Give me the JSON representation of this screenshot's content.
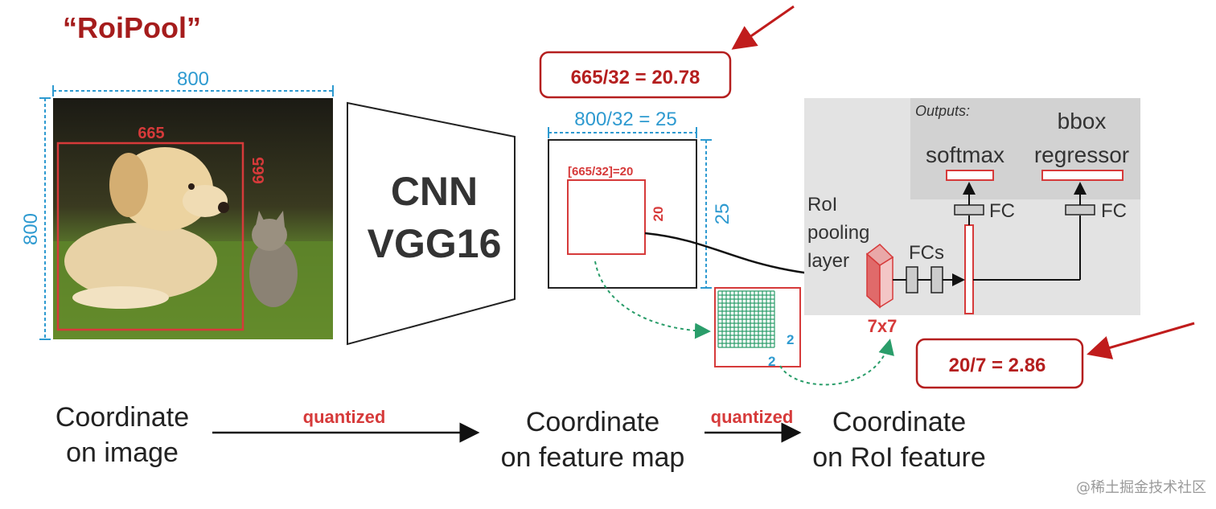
{
  "title": "“RoiPool”",
  "image": {
    "width_label": "800",
    "height_label": "800",
    "roi_width_label": "665",
    "roi_height_label": "665"
  },
  "cnn": {
    "line1": "CNN",
    "line2": "VGG16"
  },
  "feature_map": {
    "width_label": "800/32 = 25",
    "height_label": "25",
    "roi_label": "[665/32]=20",
    "roi_side_label": "20"
  },
  "callouts": {
    "top": "665/32 = 20.78",
    "bottom": "20/7 = 2.86"
  },
  "grid": {
    "right_label": "2",
    "bottom_label": "2"
  },
  "roi_net": {
    "outputs": "Outputs:",
    "softmax": "softmax",
    "bbox_line1": "bbox",
    "bbox_line2": "regressor",
    "fc1": "FC",
    "fc2": "FC",
    "fcs": "FCs",
    "roi_line1": "RoI",
    "roi_line2": "pooling",
    "roi_line3": "layer",
    "pool_size": "7x7"
  },
  "bottom_row": {
    "step1_line1": "Coordinate",
    "step1_line2": "on image",
    "arrow1": "quantized",
    "step2_line1": "Coordinate",
    "step2_line2": "on feature map",
    "arrow2": "quantized",
    "step3_line1": "Coordinate",
    "step3_line2": "on RoI feature"
  },
  "watermark": "@稀土掘金技术社区",
  "colors": {
    "dimension_blue": "#2e9ad0",
    "roi_red": "#d63a3a",
    "callout_red": "#b51f1f",
    "grid_green": "#2a9d6a"
  }
}
